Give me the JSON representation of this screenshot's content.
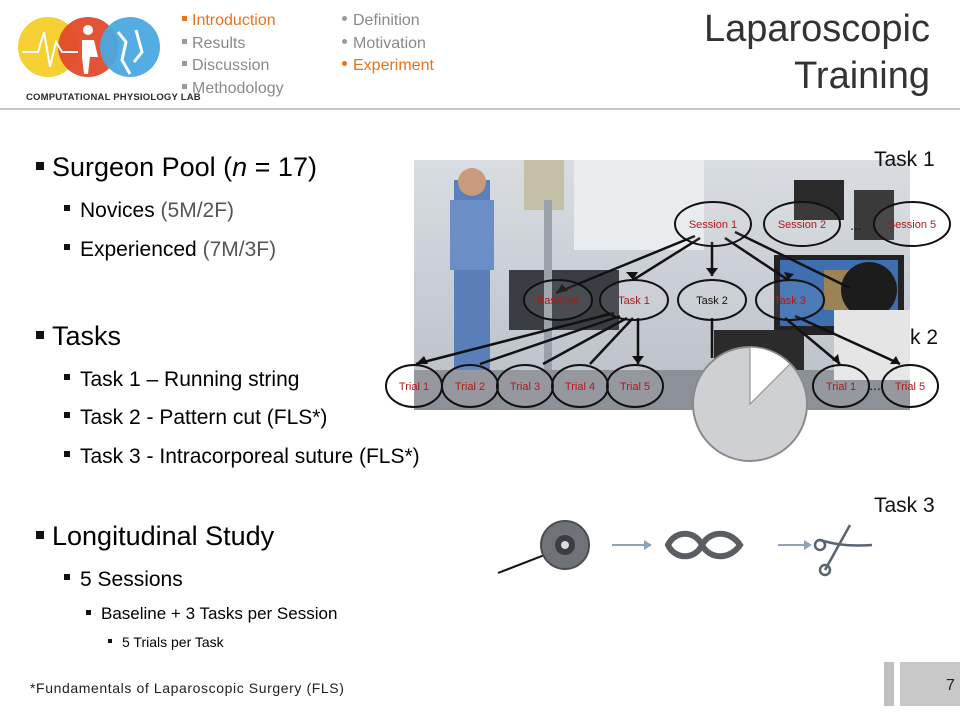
{
  "logo": {
    "text": "COMPUTATIONAL PHYSIOLOGY LAB"
  },
  "nav": {
    "col1": [
      {
        "label": "Introduction",
        "active": true
      },
      {
        "label": "Results",
        "active": false
      },
      {
        "label": "Discussion",
        "active": false
      },
      {
        "label": "Methodology",
        "active": false
      }
    ],
    "col2": [
      {
        "label": "Definition",
        "active": false
      },
      {
        "label": "Motivation",
        "active": false
      },
      {
        "label": "Experiment",
        "active": true
      }
    ]
  },
  "title": {
    "line1": "Laparoscopic",
    "line2": "Training"
  },
  "bullets": {
    "surgeon_pool_prefix": "Surgeon Pool (",
    "surgeon_pool_n": "n",
    "surgeon_pool_suffix": " = 17)",
    "novices": "Novices",
    "novices_detail": "(5M/2F)",
    "experienced": "Experienced",
    "experienced_detail": "(7M/3F)",
    "tasks": "Tasks",
    "task1": "Task 1 – Running string",
    "task2": "Task 2 - Pattern cut (FLS*)",
    "task3": "Task 3 - Intracorporeal suture (FLS*)",
    "longitudinal": "Longitudinal Study",
    "sessions": "5 Sessions",
    "baseline": "Baseline + 3 Tasks per Session",
    "trials": "5 Trials per Task"
  },
  "diagram": {
    "sessions": [
      "Session 1",
      "Session 2",
      "...",
      "Session 5"
    ],
    "tasks": [
      "Baseline",
      "Task 1",
      "Task 2",
      "Task 3"
    ],
    "trials_left": [
      "Trial 1",
      "Trial 2",
      "Trial 3",
      "Trial 4",
      "Trial 5"
    ],
    "trials_right": [
      "Trial 1",
      "...",
      "Trial 5"
    ]
  },
  "task_labels": {
    "t1": "Task 1",
    "t2": "k 2",
    "t3": "Task 3"
  },
  "footnote": "*Fundamentals of Laparoscopic Surgery (FLS)",
  "page_number": "7",
  "colors": {
    "accent": "#e8731a",
    "diagram_text": "#b01818"
  }
}
